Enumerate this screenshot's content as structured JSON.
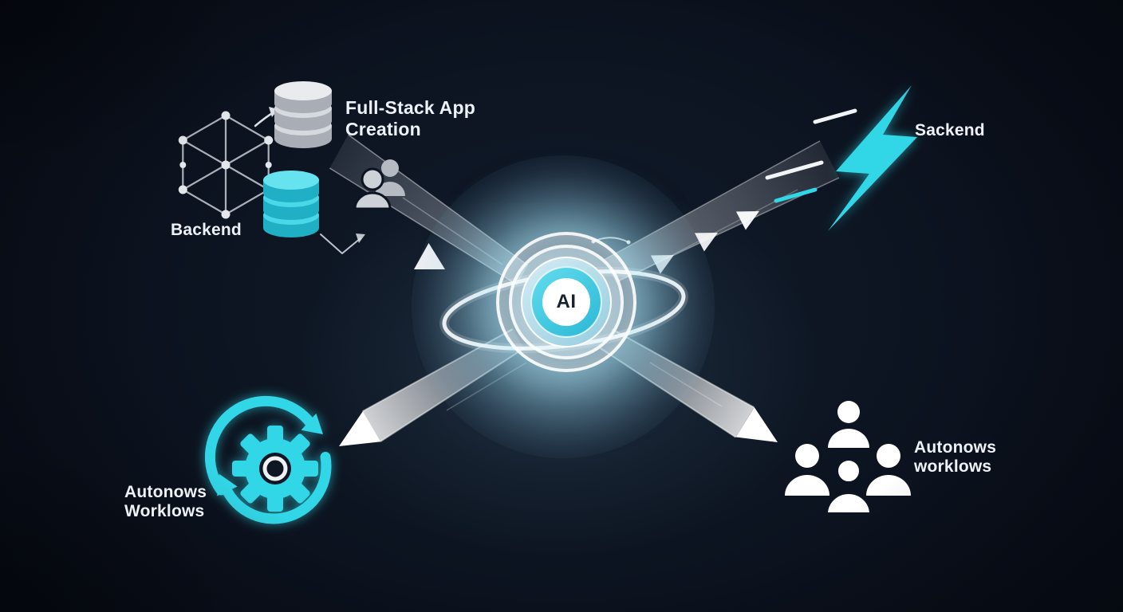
{
  "diagram": {
    "center": {
      "label": "AI"
    },
    "labels": {
      "full_stack": {
        "line1": "Full-Stack App",
        "line2": "Creation"
      },
      "backend": "Backend",
      "sackend": "Sackend",
      "workflows_left": {
        "line1": "Autonows",
        "line2": "Worklows"
      },
      "workflows_right": {
        "line1": "Autonows",
        "line2": "worklows"
      }
    },
    "colors": {
      "background": "#0c1421",
      "accent": "#31d7e7",
      "text": "#eef2f7",
      "icon_gray": "#c8ccd3",
      "beam_white": "#ffffff"
    },
    "icons": {
      "network_icon": "hexagonal node network wireframe",
      "database_gray_icon": "gray stacked database cylinder",
      "database_cyan_icon": "cyan stacked database cylinder",
      "users_icon": "two person silhouettes",
      "lightning_icon": "cyan lightning bolt",
      "speed_lines_icon": "motion dashes beside bolt",
      "sync_gear_icon": "gear inside circular refresh arrows",
      "team_icon": "group of four people silhouettes",
      "ai_core_icon": "glowing orb with concentric rings",
      "orbit_ring_icon": "elliptical orbit ring",
      "beam_arrow_icon": "tapered light beam with arrowhead"
    }
  }
}
